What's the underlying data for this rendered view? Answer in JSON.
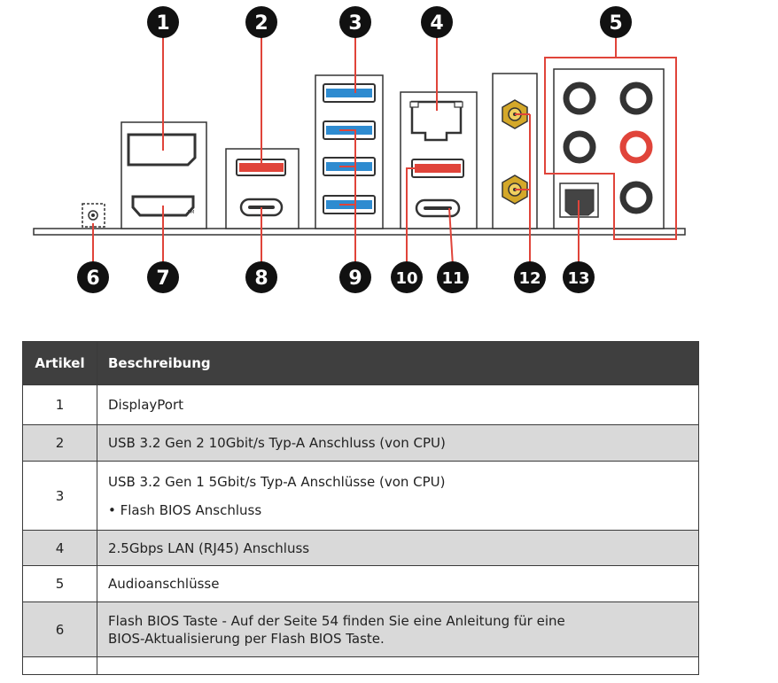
{
  "callouts": [
    "1",
    "2",
    "3",
    "4",
    "5",
    "6",
    "7",
    "8",
    "9",
    "10",
    "11",
    "12",
    "13"
  ],
  "table": {
    "headers": {
      "item": "Artikel",
      "description": "Beschreibung"
    },
    "rows": [
      {
        "num": "1",
        "desc": [
          "DisplayPort"
        ]
      },
      {
        "num": "2",
        "desc": [
          "USB 3.2 Gen 2 10Gbit/s Typ-A Anschluss (von CPU)"
        ]
      },
      {
        "num": "3",
        "desc": [
          "USB 3.2 Gen 1 5Gbit/s Typ-A Anschlüsse (von CPU)"
        ],
        "bullet": "Flash BIOS Anschluss"
      },
      {
        "num": "4",
        "desc": [
          "2.5Gbps LAN (RJ45) Anschluss"
        ]
      },
      {
        "num": "5",
        "desc": [
          "Audioanschlüsse"
        ]
      },
      {
        "num": "6",
        "desc": [
          "Flash BIOS Taste -  Auf der Seite 54 finden Sie eine Anleitung für eine",
          "BIOS-Aktualisierung per Flash BIOS Taste."
        ]
      }
    ]
  },
  "colors": {
    "callout_fill": "#111111",
    "leader_red": "#e0443a",
    "usb_red": "#e0443a",
    "usb_blue": "#2e8bd0",
    "antenna_gold": "#d4a829",
    "header_bg": "#3f3f3f",
    "row_shade": "#d9d9d9"
  }
}
